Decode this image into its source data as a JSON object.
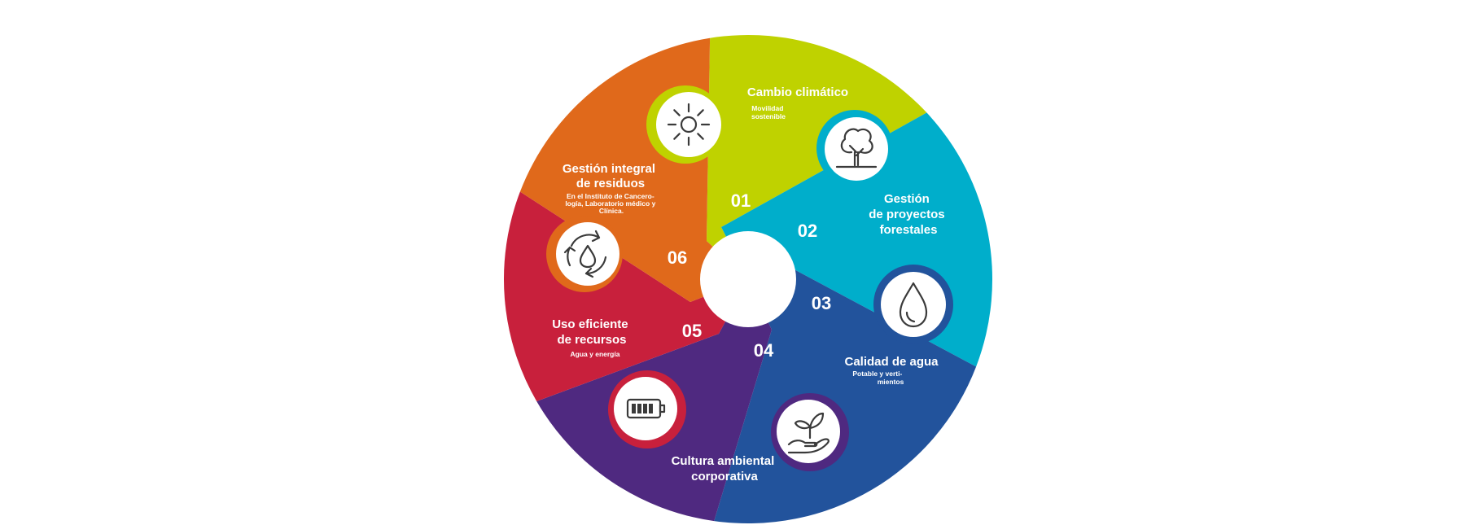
{
  "diagram": {
    "segments": [
      {
        "number": "01",
        "color": "#bfd200",
        "title_lines": [
          "Cambio climático"
        ],
        "subtitle_lines": [
          "Movilidad",
          "sostenible"
        ],
        "icon": "sun-icon"
      },
      {
        "number": "02",
        "color": "#00aecb",
        "title_lines": [
          "Gestión",
          "de proyectos",
          "forestales"
        ],
        "subtitle_lines": [],
        "icon": "tree-icon"
      },
      {
        "number": "03",
        "color": "#22539c",
        "title_lines": [
          "Calidad de agua"
        ],
        "subtitle_lines": [
          "Potable y verti-",
          "mientos"
        ],
        "icon": "water-drop-icon"
      },
      {
        "number": "04",
        "color": "#4f2980",
        "title_lines": [
          "Cultura ambiental",
          "corporativa"
        ],
        "subtitle_lines": [],
        "icon": "plant-hand-icon"
      },
      {
        "number": "05",
        "color": "#c8203c",
        "title_lines": [
          "Uso eficiente",
          "de recursos"
        ],
        "subtitle_lines": [
          "Agua y energía"
        ],
        "icon": "battery-icon"
      },
      {
        "number": "06",
        "color": "#e0691b",
        "title_lines": [
          "Gestión integral",
          "de residuos"
        ],
        "subtitle_lines": [
          "En el Instituto de Cancero-",
          "logía, Laboratorio médico y",
          "Clínica."
        ],
        "icon": "recycle-water-icon"
      }
    ]
  }
}
